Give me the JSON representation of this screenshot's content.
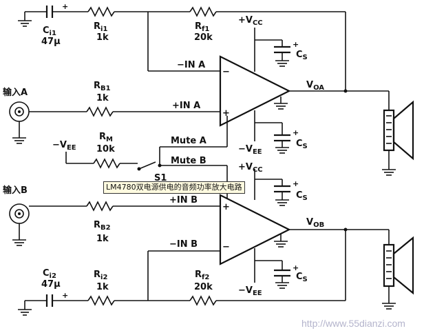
{
  "caption": "LM4780双电源供电的音频功率放大电路",
  "watermark": "http://www.55dianzi.com",
  "labels": {
    "ci1": "C",
    "ci1_sub": "i1",
    "ci1_val": "47μ",
    "ri1": "R",
    "ri1_sub": "i1",
    "ri1_val": "1k",
    "rf1": "R",
    "rf1_sub": "f1",
    "rf1_val": "20k",
    "vcc_top": "+V",
    "vcc_sub": "CC",
    "cs": "C",
    "cs_sub": "S",
    "in_minus_a": "−IN A",
    "in_plus_a": "+IN A",
    "rb1": "R",
    "rb1_sub": "B1",
    "rb1_val": "1k",
    "input_a": "输入A",
    "voa": "V",
    "voa_sub": "OA",
    "vee": "−V",
    "vee_sub": "EE",
    "rm": "R",
    "rm_sub": "M",
    "rm_val": "10k",
    "mute_a": "Mute A",
    "mute_b": "Mute B",
    "s1": "S1",
    "input_b": "输入B",
    "in_plus_b": "+IN B",
    "rb2": "R",
    "rb2_sub": "B2",
    "rb2_val": "1k",
    "vob": "V",
    "vob_sub": "OB",
    "in_minus_b": "−IN B",
    "ci2": "C",
    "ci2_sub": "i2",
    "ci2_val": "47μ",
    "ri2": "R",
    "ri2_sub": "i2",
    "ri2_val": "1k",
    "rf2": "R",
    "rf2_sub": "f2",
    "rf2_val": "20k",
    "minus": "−",
    "plus": "+"
  }
}
